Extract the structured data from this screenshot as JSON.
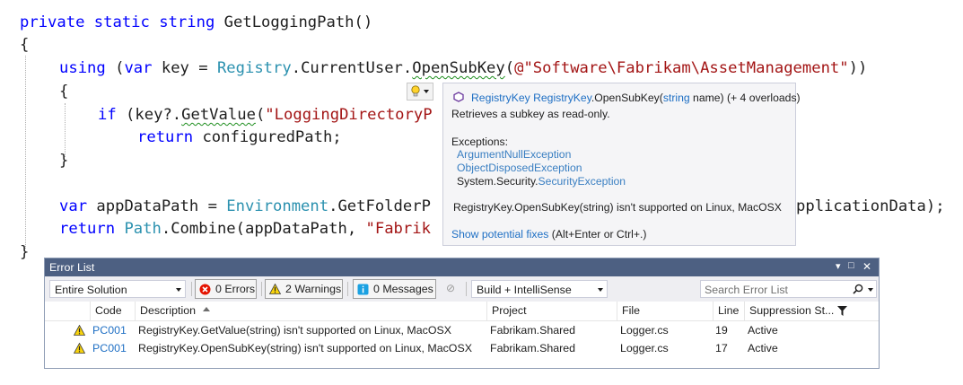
{
  "editor": {
    "line1": {
      "kw1": "private static ",
      "kw2": "string",
      "rest": " GetLoggingPath()"
    },
    "line2": "{",
    "line3": {
      "kw": "using",
      "p1": " (",
      "kw2": "var",
      "p2": " key = ",
      "ty": "Registry",
      "p3": ".CurrentUser.",
      "m": "OpenSubKey",
      "p4": "(",
      "str": "@\"Software\\Fabrikam\\AssetManagement\"",
      "p5": "))"
    },
    "line4": "{",
    "line5": {
      "kw": "if",
      "p1": " (key?.",
      "m": "GetValue",
      "p2": "(",
      "str": "\"LoggingDirectoryP"
    },
    "line6": {
      "kw": "return",
      "rest": " configuredPath;"
    },
    "line7": "}",
    "line8": {
      "kw": "var",
      "p1": " appDataPath = ",
      "ty": "Environment",
      "p2": ".GetFolderP",
      "tail": "pplicationData);"
    },
    "line9": {
      "kw": "return",
      "p1": " ",
      "ty": "Path",
      "p2": ".Combine(appDataPath, ",
      "str": "\"Fabrik"
    },
    "line10": "}"
  },
  "lightbulb": {
    "icon": "lightbulb-icon"
  },
  "tooltip": {
    "sig_type": "RegistryKey",
    "sig_member": "RegistryKey",
    "sig_method": ".OpenSubKey(",
    "sig_param_type": "string",
    "sig_param_rest": " name) (+ 4 overloads)",
    "summary": "Retrieves a subkey as read-only.",
    "exceptions_label": "Exceptions:",
    "exc1": "ArgumentNullException",
    "exc2": "ObjectDisposedException",
    "exc3_prefix": "System.Security.",
    "exc3": "SecurityException",
    "warning": "RegistryKey.OpenSubKey(string) isn't supported on Linux, MacOSX",
    "fix_link": "Show potential fixes",
    "fix_keys": " (Alt+Enter or Ctrl+.)"
  },
  "error_list": {
    "title": "Error List",
    "scope": "Entire Solution",
    "errors": "0 Errors",
    "warnings": "2 Warnings",
    "messages": "0 Messages",
    "build_filter": "Build + IntelliSense",
    "search_placeholder": "Search Error List",
    "columns": {
      "code": "Code",
      "description": "Description",
      "project": "Project",
      "file": "File",
      "line": "Line",
      "suppression": "Suppression St..."
    },
    "rows": [
      {
        "code": "PC001",
        "description": "RegistryKey.GetValue(string) isn't supported on Linux, MacOSX",
        "project": "Fabrikam.Shared",
        "file": "Logger.cs",
        "line": "19",
        "suppression": "Active"
      },
      {
        "code": "PC001",
        "description": "RegistryKey.OpenSubKey(string) isn't supported on Linux, MacOSX",
        "project": "Fabrikam.Shared",
        "file": "Logger.cs",
        "line": "17",
        "suppression": "Active"
      }
    ]
  },
  "colors": {
    "keyword": "#0000ff",
    "type": "#2b91af",
    "string": "#a31515",
    "titlebar": "#4d6082"
  }
}
